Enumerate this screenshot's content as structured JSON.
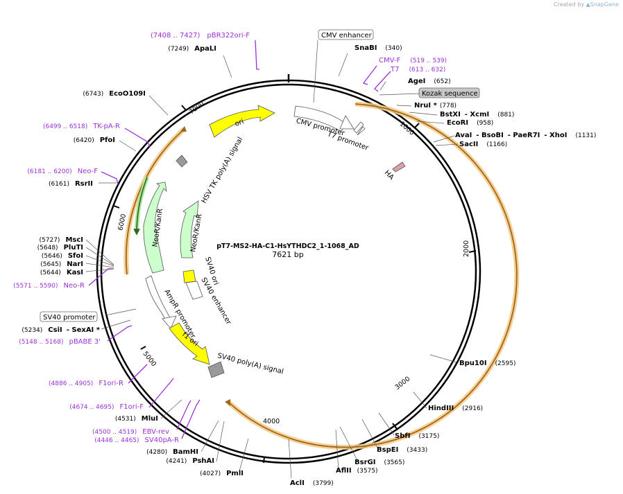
{
  "credit": {
    "prefix": "Created by",
    "brand": "SnapGene"
  },
  "plasmid": {
    "name": "pT7-MS2-HA-C1-HsYTHDC2_1-1068_AD",
    "length_label": "7621 bp",
    "length": 7621
  },
  "ticks": [
    "1000",
    "2000",
    "3000",
    "4000",
    "5000",
    "6000",
    "7000"
  ],
  "sites": [
    {
      "name": "SnaBI",
      "pos": "(340)"
    },
    {
      "name": "AgeI",
      "pos": "(652)"
    },
    {
      "name": "NruI *",
      "pos": "(778)"
    },
    {
      "name": "BstXI",
      "name2": "- XcmI",
      "pos": "(881)"
    },
    {
      "name": "EcoRI",
      "pos": "(958)"
    },
    {
      "name": "AvaI",
      "name2": "- BsoBI",
      "name3": "- PaeR7I",
      "name4": "- XhoI",
      "pos": "(1131)"
    },
    {
      "name": "SacII",
      "pos": "(1166)"
    },
    {
      "name": "Bpu10I",
      "pos": "(2595)"
    },
    {
      "name": "HindIII",
      "pos": "(2916)"
    },
    {
      "name": "SbfI",
      "pos": "(3175)"
    },
    {
      "name": "BspEI",
      "pos": "(3433)"
    },
    {
      "name": "BsrGI",
      "pos": "(3565)"
    },
    {
      "name": "AflII",
      "pos": "(3575)"
    },
    {
      "name": "AclI",
      "pos": "(3799)"
    },
    {
      "name": "PmlI",
      "pos": "(4027)"
    },
    {
      "name": "PshAI",
      "pos": "(4241)"
    },
    {
      "name": "BamHI",
      "pos": "(4280)"
    },
    {
      "name": "MluI",
      "pos": "(4531)"
    },
    {
      "name": "CsiI",
      "name2": "- SexAI *",
      "pos": "(5234)"
    },
    {
      "name": "KasI",
      "pos": "(5644)"
    },
    {
      "name": "NarI",
      "pos": "(5645)"
    },
    {
      "name": "SfoI",
      "pos": "(5646)"
    },
    {
      "name": "PluTI",
      "pos": "(5648)"
    },
    {
      "name": "MscI",
      "pos": "(5727)"
    },
    {
      "name": "RsrII",
      "pos": "(6161)"
    },
    {
      "name": "PfoI",
      "pos": "(6420)"
    },
    {
      "name": "EcoO109I",
      "pos": "(6743)"
    },
    {
      "name": "ApaLI",
      "pos": "(7249)"
    }
  ],
  "primers": [
    {
      "name": "pBR322ori-F",
      "range": "(7408 .. 7427)"
    },
    {
      "name": "CMV-F",
      "range": "(519 .. 539)"
    },
    {
      "name": "T7",
      "range": "(613 .. 632)"
    },
    {
      "name": "TK-pA-R",
      "range": "(6499 .. 6518)"
    },
    {
      "name": "Neo-F",
      "range": "(6181 .. 6200)"
    },
    {
      "name": "Neo-R",
      "range": "(5571 .. 5590)"
    },
    {
      "name": "pBABE 3'",
      "range": "(5148 .. 5168)"
    },
    {
      "name": "F1ori-R",
      "range": "(4886 .. 4905)"
    },
    {
      "name": "F1ori-F",
      "range": "(4674 .. 4695)"
    },
    {
      "name": "EBV-rev",
      "range": "(4500 .. 4519)"
    },
    {
      "name": "SV40pA-R",
      "range": "(4446 .. 4465)"
    }
  ],
  "boxed_features": [
    "CMV enhancer",
    "Kozak sequence",
    "SV40 promoter"
  ],
  "features": {
    "cmv_promoter": "CMV promoter",
    "t7_promoter": "T7 promoter",
    "ha": "HA",
    "ori": "ori",
    "hsv_tk": "HSV TK poly(A) signal",
    "neo_outer": "NeoR/KanR",
    "neo_inner": "NeoR/KanR",
    "sv40_ori": "SV40 ori",
    "sv40_enh": "SV40 enhancer",
    "ampr_promoter": "AmpR promoter",
    "f1_ori": "f1 ori",
    "sv40_polya": "SV40 poly(A) signal"
  },
  "colors": {
    "primer": "#9b30d9",
    "ori": "#ffff00",
    "neo": "#ccffcc",
    "orf": "#f5c983",
    "orf_line": "#a0661e",
    "site_box": "#c8c8c8"
  }
}
